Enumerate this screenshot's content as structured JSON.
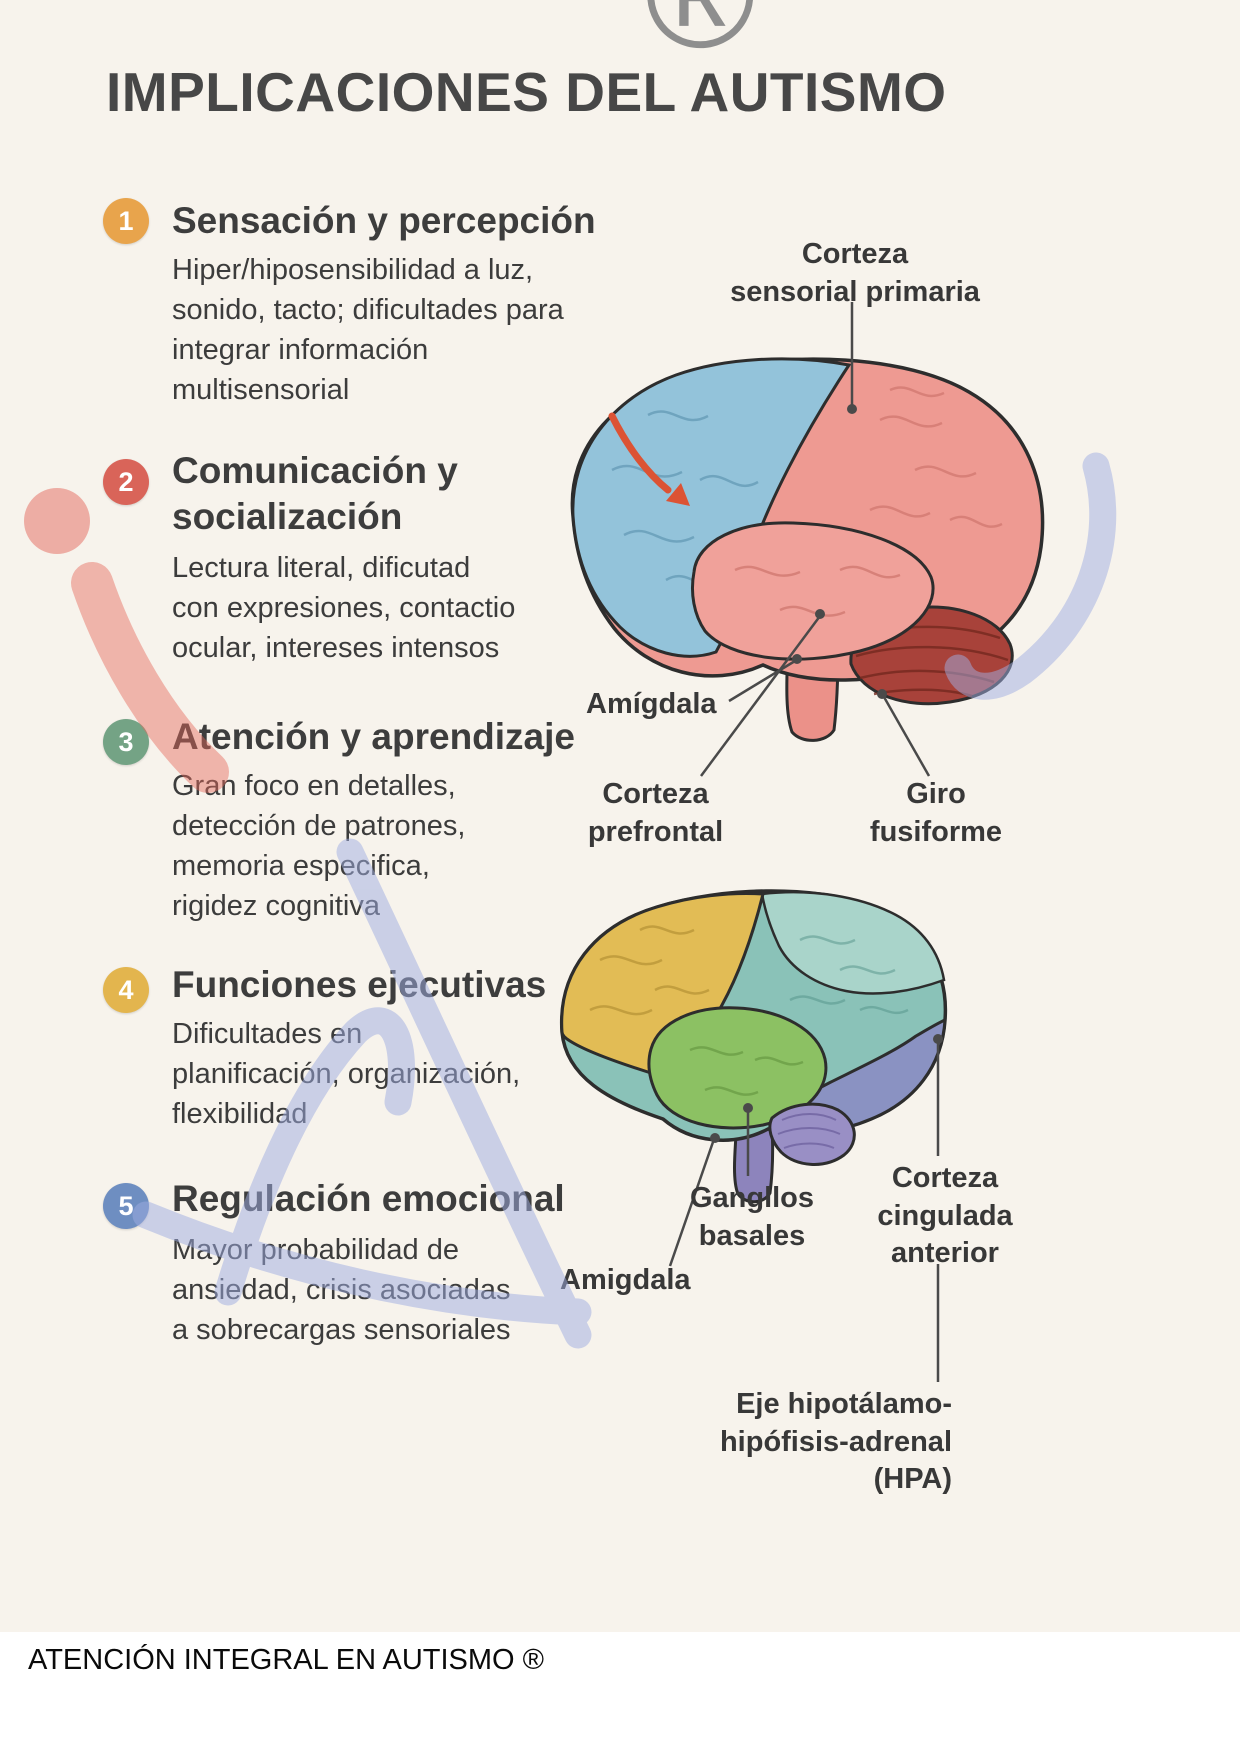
{
  "page": {
    "title": "IMPLICACIONES DEL AUTISMO",
    "registered": "®",
    "footer": "ATENCIÓN INTEGRAL EN AUTISMO ®",
    "background_color": "#f7f3ec"
  },
  "sections": [
    {
      "number": "1",
      "color": "#E8A44C",
      "heading": "Sensación y percepción",
      "body": "Hiper/hiposensibilidad a luz,\nsonido, tacto; dificultades para\nintegrar información\nmultisensorial"
    },
    {
      "number": "2",
      "color": "#D96459",
      "heading": "Comunicación y\nsocialización",
      "body": "Lectura literal, dificutad\ncon expresiones, contactio\nocular, intereses intensos"
    },
    {
      "number": "3",
      "color": "#74A385",
      "heading": "Atención y aprendizaje",
      "body": "Gran foco en detalles,\ndetección de patrones,\nmemoria especifica,\nrigidez cognitiva"
    },
    {
      "number": "4",
      "color": "#E3B54E",
      "heading": "Funciones ejecutivas",
      "body": "Dificultades en\nplanificación, organización,\nflexibilidad"
    },
    {
      "number": "5",
      "color": "#6E8EC1",
      "heading": "Regulación emocional",
      "body": "Mayor probabilidad de\nansiedad, crisis asociadas\na sobrecargas sensoriales"
    }
  ],
  "brain_top": {
    "labels": {
      "sensorial": "Corteza\nsensorial primaria",
      "amigdala": "Amígdala",
      "prefrontal": "Corteza\nprefrontal",
      "fusiforme": "Giro\nfusiforme"
    }
  },
  "brain_bottom": {
    "labels": {
      "ganglios": "Gangllos\nbasales",
      "cingulada": "Corteza\ncingulada\nanterior",
      "amigdala": "Amigdala",
      "hpa": "Eje hipotálamo-\nhipófisis-adrenal\n(HPA)"
    }
  }
}
